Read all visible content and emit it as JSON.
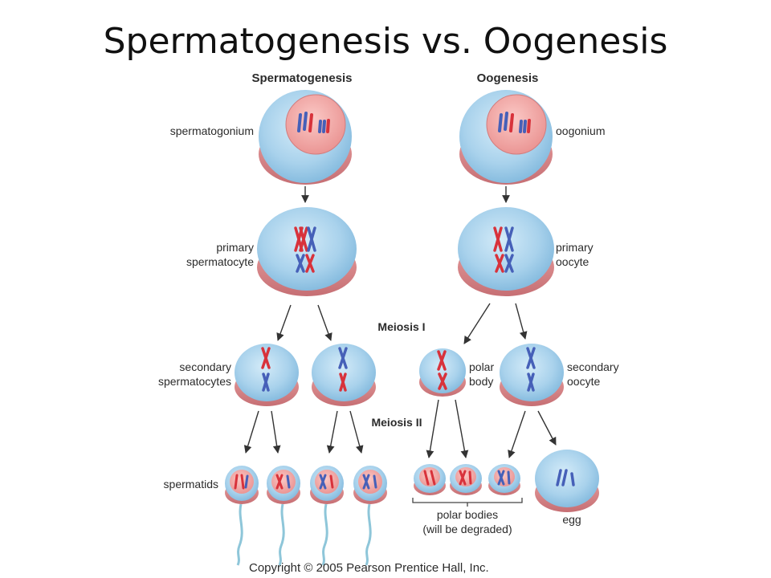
{
  "title": "Spermatogenesis vs. Oogenesis",
  "headers": {
    "left": "Spermatogenesis",
    "right": "Oogenesis"
  },
  "stages": {
    "meiosis1": "Meiosis I",
    "meiosis2": "Meiosis II"
  },
  "labels": {
    "spermatogonium": "spermatogonium",
    "oogonium": "oogonium",
    "primary_spermatocyte_1": "primary",
    "primary_spermatocyte_2": "spermatocyte",
    "primary_oocyte_1": "primary",
    "primary_oocyte_2": "oocyte",
    "secondary_spermatocytes_1": "secondary",
    "secondary_spermatocytes_2": "spermatocytes",
    "polar_body_1": "polar",
    "polar_body_2": "body",
    "secondary_oocyte_1": "secondary",
    "secondary_oocyte_2": "oocyte",
    "spermatids": "spermatids",
    "polar_bodies_1": "polar bodies",
    "polar_bodies_2": "(will be degraded)",
    "egg": "egg"
  },
  "copyright": "Copyright © 2005 Pearson Prentice Hall, Inc.",
  "colors": {
    "cytoplasm": "#a9d2ec",
    "cell_rim": "#de8b8c",
    "nucleus": "#f1a7a4",
    "maternal_chromosome": "#d8323b",
    "paternal_chromosome": "#4660b8",
    "arrow": "#333333"
  }
}
